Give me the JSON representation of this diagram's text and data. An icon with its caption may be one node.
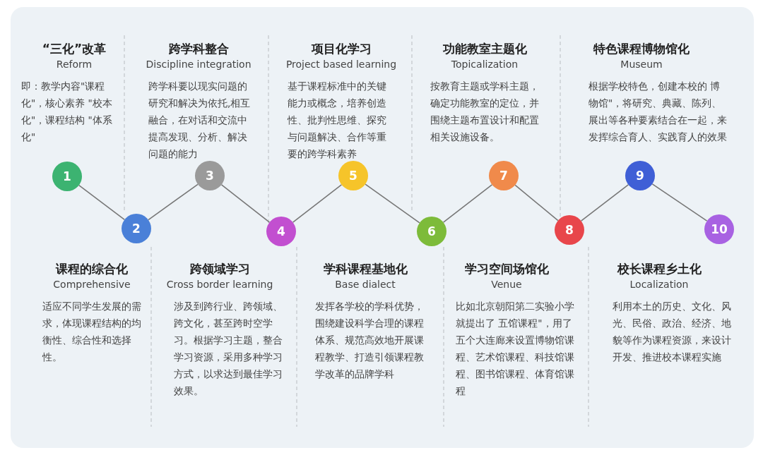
{
  "diagram": {
    "nodes": [
      {
        "text": [
          "1"
        ],
        "beside": [
          "“三化”改革",
          "Reform",
          "即：教学内容\"课程化\"，核心素养 \"校本化\"，课程结构 \"体系化\""
        ]
      },
      {
        "text": [
          "2"
        ],
        "beside": [
          "课程的综合化",
          "Comprehensive",
          "适应不同学生发展的需求，体现课程结构的均衡性、综合性和选择性。"
        ]
      },
      {
        "text": [
          "3"
        ],
        "beside": [
          "跨学科整合",
          "Discipline integration",
          "跨学科要以现实问题的研究和解决为依托,相互融合，在对话和交流中提高发现、分析、解决问题的能力"
        ]
      },
      {
        "text": [
          "4"
        ],
        "beside": [
          "跨领域学习",
          "Cross border learning",
          "涉及到跨行业、跨领域、跨文化，甚至跨时空学习。根据学习主题，整合学习资源，采用多种学习方式，以求达到最佳学习效果。"
        ]
      },
      {
        "text": [
          "5"
        ],
        "beside": [
          "项目化学习",
          "Project based learning",
          "基于课程标准中的关键能力或概念，培养创造性、批判性思维、探究与问题解决、合作等重要的跨学科素养"
        ]
      },
      {
        "text": [
          "6"
        ],
        "beside": [
          "学科课程基地化",
          "Base dialect",
          "发挥各学校的学科优势，围绕建设科学合理的课程体系、规范高效地开展课程教学、打造引领课程教学改革的品牌学科"
        ]
      },
      {
        "text": [
          "7"
        ],
        "beside": [
          "功能教室主题化",
          "Topicalization",
          "按教育主题或学科主题，确定功能教室的定位，并围绕主题布置设计和配置相关设施设备。"
        ]
      },
      {
        "text": [
          "8"
        ],
        "beside": [
          "学习空间场馆化",
          "Venue",
          "比如北京朝阳第二实验小学就提出了 五馆课程\"，用了五个大连廊来设置博物馆课程、艺术馆课程、科技馆课程、图书馆课程、体育馆课程"
        ]
      },
      {
        "text": [
          "9"
        ],
        "beside": [
          "特色课程博物馆化",
          "Museum",
          "根据学校特色，创建本校的 博物馆\"，将研究、典藏、陈列、展出等各种要素结合在一起，来发挥综合育人、实践育人的效果"
        ]
      },
      {
        "text": [
          "10"
        ],
        "beside": [
          "校长课程乡土化",
          "Localization",
          "利用本土的历史、文化、风光、民俗、政治、经济、地貌等作为课程资源，来设计开发、推进校本课程实施"
        ]
      }
    ],
    "edges": [
      {
        "from": 0,
        "to": 1,
        "arrow": "none"
      },
      {
        "from": 1,
        "to": 2,
        "arrow": "none"
      },
      {
        "from": 2,
        "to": 3,
        "arrow": "none"
      },
      {
        "from": 3,
        "to": 4,
        "arrow": "none"
      },
      {
        "from": 4,
        "to": 5,
        "arrow": "none"
      },
      {
        "from": 5,
        "to": 6,
        "arrow": "none"
      },
      {
        "from": 6,
        "to": 7,
        "arrow": "none"
      },
      {
        "from": 7,
        "to": 8,
        "arrow": "none"
      },
      {
        "from": 8,
        "to": 9,
        "arrow": "none"
      }
    ]
  }
}
